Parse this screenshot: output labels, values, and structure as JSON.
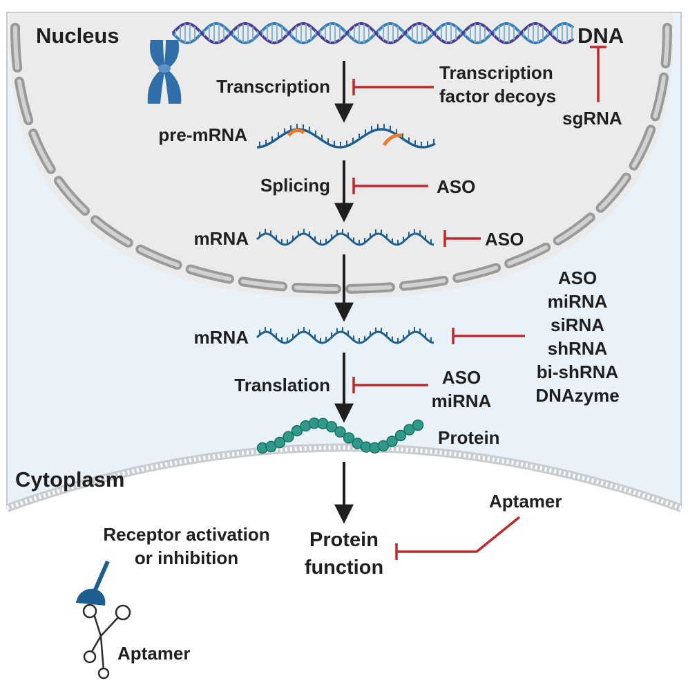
{
  "compartments": {
    "nucleus": "Nucleus",
    "cytoplasm": "Cytoplasm"
  },
  "molecules": {
    "dna": "DNA",
    "pre_mrna": "pre-mRNA",
    "mrna_nuclear": "mRNA",
    "mrna_cytoplasmic": "mRNA",
    "protein": "Protein",
    "protein_function": [
      "Protein",
      "function"
    ]
  },
  "processes": {
    "transcription": "Transcription",
    "splicing": "Splicing",
    "translation": "Translation"
  },
  "inhibitors": {
    "transcription_factor_decoys": [
      "Transcription",
      "factor decoys"
    ],
    "sgrna": "sgRNA",
    "splicing_aso": "ASO",
    "nuclear_mrna_aso": "ASO",
    "cytoplasmic_mrna": [
      "ASO",
      "miRNA",
      "siRNA",
      "shRNA",
      "bi-shRNA",
      "DNAzyme"
    ],
    "translation": [
      "ASO",
      "miRNA"
    ],
    "protein_function_aptamer": "Aptamer"
  },
  "receptor": {
    "label": [
      "Receptor activation",
      "or inhibition"
    ],
    "aptamer": "Aptamer"
  },
  "colors": {
    "nucleus_fill": "#ebebeb",
    "cytoplasm_fill": "#e9f1f9",
    "envelope": "#9a9a9a",
    "inhibit": "#c0282a",
    "arrow": "#1f1f1f",
    "dna_blue": "#3b7fb5",
    "dna_purple": "#4d3f8f",
    "rna": "#1f5f8f",
    "rna_highlight": "#e87a2a",
    "protein": "#2f9a8a",
    "chromosome": "#2f6ea8"
  }
}
